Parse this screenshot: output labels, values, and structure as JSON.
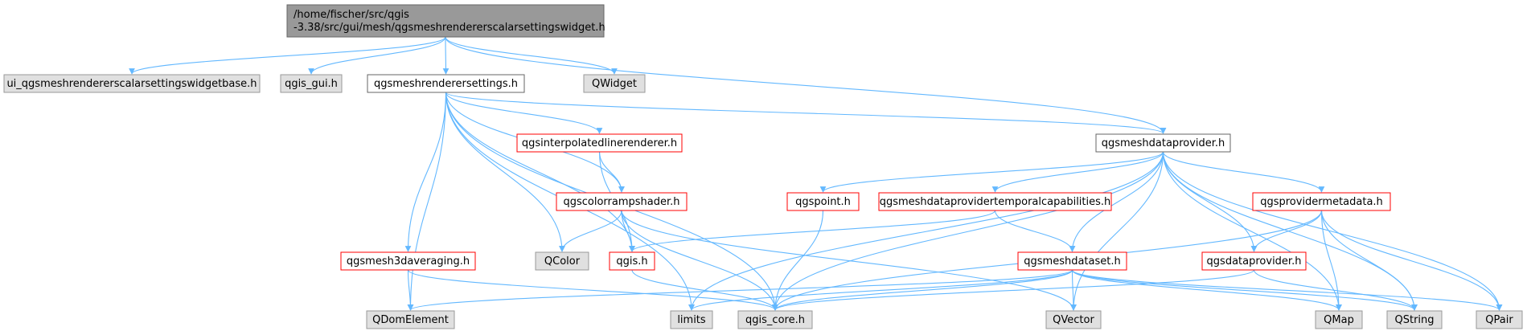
{
  "graph": {
    "colors": {
      "edge": "#63b8ff",
      "root_fill": "#999999",
      "root_stroke": "#666666",
      "node_fill": "#ffffff",
      "external_fill": "#e0e0e0",
      "external_stroke": "#999999",
      "incomplete_stroke": "#ff0000",
      "documented_stroke": "#666666",
      "text": "#000000"
    },
    "nodes": [
      {
        "id": "root",
        "lines": [
          "/home/fischer/src/qgis",
          "-3.38/src/gui/mesh/qgsmeshrendererscalarsettingswidget.h"
        ],
        "kind": "root"
      },
      {
        "id": "ui_base",
        "lines": [
          "ui_qgsmeshrendererscalarsettingswidgetbase.h"
        ],
        "kind": "external"
      },
      {
        "id": "qgis_gui",
        "lines": [
          "qgis_gui.h"
        ],
        "kind": "external"
      },
      {
        "id": "renderersettings",
        "lines": [
          "qgsmeshrenderersettings.h"
        ],
        "kind": "documented"
      },
      {
        "id": "qwidget",
        "lines": [
          "QWidget"
        ],
        "kind": "external"
      },
      {
        "id": "interpolated",
        "lines": [
          "qgsinterpolatedlinerenderer.h"
        ],
        "kind": "incomplete"
      },
      {
        "id": "dataprovider_mesh",
        "lines": [
          "qgsmeshdataprovider.h"
        ],
        "kind": "documented"
      },
      {
        "id": "colorramp",
        "lines": [
          "qgscolorrampshader.h"
        ],
        "kind": "incomplete"
      },
      {
        "id": "qgspoint",
        "lines": [
          "qgspoint.h"
        ],
        "kind": "incomplete"
      },
      {
        "id": "temporalcaps",
        "lines": [
          "qgsmeshdataprovidertemporalcapabilities.h"
        ],
        "kind": "incomplete"
      },
      {
        "id": "providermeta",
        "lines": [
          "qgsprovidermetadata.h"
        ],
        "kind": "incomplete"
      },
      {
        "id": "averaging",
        "lines": [
          "qgsmesh3daveraging.h"
        ],
        "kind": "incomplete"
      },
      {
        "id": "qcolor",
        "lines": [
          "QColor"
        ],
        "kind": "external"
      },
      {
        "id": "qgis_h",
        "lines": [
          "qgis.h"
        ],
        "kind": "incomplete"
      },
      {
        "id": "meshdataset",
        "lines": [
          "qgsmeshdataset.h"
        ],
        "kind": "incomplete"
      },
      {
        "id": "dataprovider",
        "lines": [
          "qgsdataprovider.h"
        ],
        "kind": "incomplete"
      },
      {
        "id": "qdomelement",
        "lines": [
          "QDomElement"
        ],
        "kind": "external"
      },
      {
        "id": "limits",
        "lines": [
          "limits"
        ],
        "kind": "external"
      },
      {
        "id": "qgis_core",
        "lines": [
          "qgis_core.h"
        ],
        "kind": "external"
      },
      {
        "id": "qvector",
        "lines": [
          "QVector"
        ],
        "kind": "external"
      },
      {
        "id": "qmap",
        "lines": [
          "QMap"
        ],
        "kind": "external"
      },
      {
        "id": "qstring",
        "lines": [
          "QString"
        ],
        "kind": "external"
      },
      {
        "id": "qpair",
        "lines": [
          "QPair"
        ],
        "kind": "external"
      }
    ],
    "edges": [
      [
        "root",
        "ui_base"
      ],
      [
        "root",
        "qgis_gui"
      ],
      [
        "root",
        "renderersettings"
      ],
      [
        "root",
        "qwidget"
      ],
      [
        "root",
        "dataprovider_mesh"
      ],
      [
        "renderersettings",
        "interpolated"
      ],
      [
        "renderersettings",
        "colorramp"
      ],
      [
        "renderersettings",
        "averaging"
      ],
      [
        "renderersettings",
        "qcolor"
      ],
      [
        "renderersettings",
        "qgis_h"
      ],
      [
        "renderersettings",
        "qdomelement"
      ],
      [
        "renderersettings",
        "limits"
      ],
      [
        "renderersettings",
        "qgis_core"
      ],
      [
        "renderersettings",
        "dataprovider_mesh"
      ],
      [
        "interpolated",
        "colorramp"
      ],
      [
        "interpolated",
        "qgis_h"
      ],
      [
        "colorramp",
        "qcolor"
      ],
      [
        "colorramp",
        "qgis_h"
      ],
      [
        "colorramp",
        "qgis_core"
      ],
      [
        "colorramp",
        "qvector"
      ],
      [
        "averaging",
        "qdomelement"
      ],
      [
        "averaging",
        "qgis_core"
      ],
      [
        "qgis_h",
        "qgis_core"
      ],
      [
        "dataprovider_mesh",
        "qgspoint"
      ],
      [
        "dataprovider_mesh",
        "temporalcaps"
      ],
      [
        "dataprovider_mesh",
        "meshdataset"
      ],
      [
        "dataprovider_mesh",
        "providermeta"
      ],
      [
        "dataprovider_mesh",
        "dataprovider"
      ],
      [
        "dataprovider_mesh",
        "limits"
      ],
      [
        "dataprovider_mesh",
        "qgis_core"
      ],
      [
        "dataprovider_mesh",
        "qvector"
      ],
      [
        "dataprovider_mesh",
        "qmap"
      ],
      [
        "dataprovider_mesh",
        "qstring"
      ],
      [
        "dataprovider_mesh",
        "qpair"
      ],
      [
        "qgspoint",
        "qgis_core"
      ],
      [
        "temporalcaps",
        "qgis_h"
      ],
      [
        "temporalcaps",
        "meshdataset"
      ],
      [
        "providermeta",
        "dataprovider"
      ],
      [
        "providermeta",
        "qmap"
      ],
      [
        "providermeta",
        "qstring"
      ],
      [
        "providermeta",
        "qpair"
      ],
      [
        "providermeta",
        "qgis_core"
      ],
      [
        "meshdataset",
        "qdomelement"
      ],
      [
        "meshdataset",
        "limits"
      ],
      [
        "meshdataset",
        "qgis_core"
      ],
      [
        "meshdataset",
        "qvector"
      ],
      [
        "meshdataset",
        "qmap"
      ],
      [
        "meshdataset",
        "qstring"
      ],
      [
        "meshdataset",
        "qpair"
      ],
      [
        "dataprovider",
        "qgis_core"
      ],
      [
        "dataprovider",
        "qstring"
      ]
    ]
  }
}
